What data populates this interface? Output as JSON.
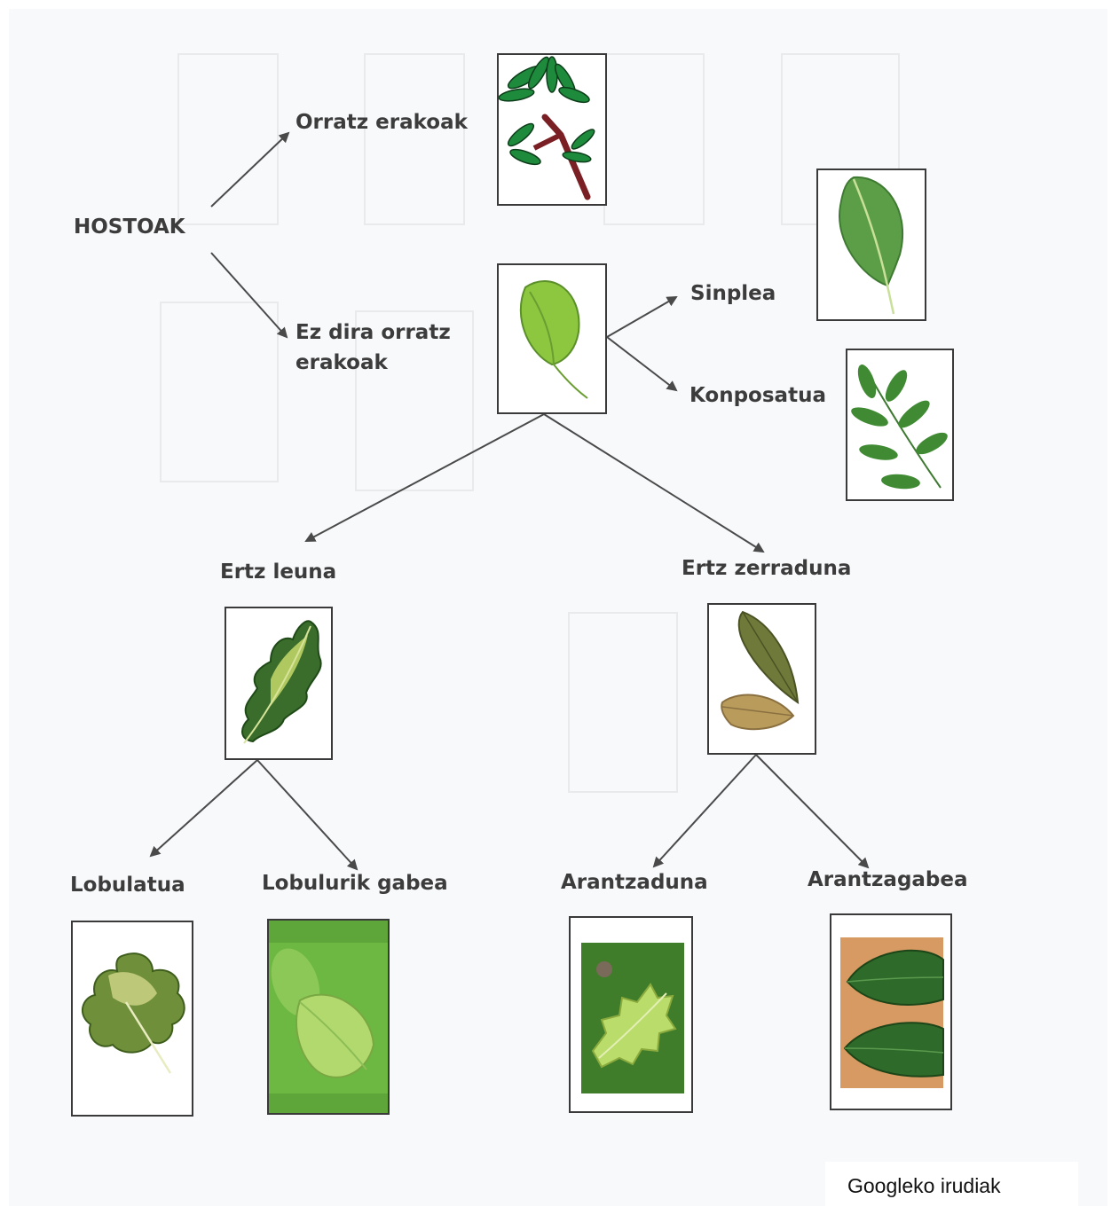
{
  "diagram": {
    "root": "HOSTOAK",
    "nodes": {
      "orratz": "Orratz erakoak",
      "ez_orratz": "Ez dira orratz\nerakoak",
      "sinplea": "Sinplea",
      "konposatua": "Konposatua",
      "ertz_leuna": "Ertz leuna",
      "ertz_zerraduna": "Ertz zerraduna",
      "lobulatua": "Lobulatua",
      "lobulurik_gabea": "Lobulurik gabea",
      "arantzaduna": "Arantzaduna",
      "arantzagabea": "Arantzagabea"
    },
    "images": {
      "needle": "pine-needle-leaf-illustration",
      "generic": "generic-simple-leaf-photo",
      "simple": "simple-leaf-photo",
      "compound": "compound-leaf-photo",
      "smooth_edge": "oak-leaf-photo",
      "serrated": "serrated-leaves-photo",
      "lobed": "lobed-leaf-photo",
      "unlobed": "unlobed-leaf-photo",
      "spiny": "holly-leaf-photo",
      "spineless": "non-spiny-leaves-photo"
    },
    "edges": [
      [
        "root",
        "orratz"
      ],
      [
        "root",
        "ez_orratz"
      ],
      [
        "generic",
        "sinplea"
      ],
      [
        "generic",
        "konposatua"
      ],
      [
        "generic",
        "ertz_leuna"
      ],
      [
        "generic",
        "ertz_zerraduna"
      ],
      [
        "smooth_edge",
        "lobulatua"
      ],
      [
        "smooth_edge",
        "lobulurik_gabea"
      ],
      [
        "serrated",
        "arantzaduna"
      ],
      [
        "serrated",
        "arantzagabea"
      ]
    ]
  },
  "credit": "Googleko irudiak",
  "colors": {
    "leaf_green": "#6aa84f",
    "dark_green": "#2f6b2a",
    "needle_green": "#1e8a3c",
    "branch": "#7a1f24",
    "arrow": "#4a4a4a",
    "frame": "#3a3a3a"
  }
}
